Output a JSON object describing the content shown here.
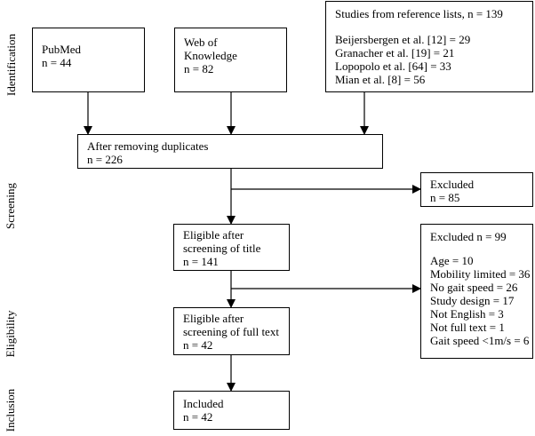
{
  "stages": {
    "identification": "Identification",
    "screening": "Screening",
    "eligibility": "Eligibility",
    "inclusion": "Inclusion"
  },
  "boxes": {
    "pubmed": {
      "lines": [
        "PubMed",
        "n = 44"
      ]
    },
    "wok": {
      "lines": [
        "Web of",
        "Knowledge",
        "n = 82"
      ]
    },
    "reflists": {
      "title": "Studies from reference lists, n = 139",
      "items": [
        "Beijersbergen et al. [12] = 29",
        "Granacher et al. [19] = 21",
        "Lopopolo et al. [64] = 33",
        "Mian et al. [8] = 56"
      ]
    },
    "dedup": {
      "lines": [
        "After removing duplicates",
        "n = 226"
      ]
    },
    "excluded1": {
      "lines": [
        "Excluded",
        "n = 85"
      ]
    },
    "title_screen": {
      "lines": [
        "Eligible after",
        "screening of title",
        "n = 141"
      ]
    },
    "excluded2": {
      "title": "Excluded n = 99",
      "items": [
        "Age = 10",
        "Mobility limited = 36",
        "No gait speed = 26",
        "Study design = 17",
        "Not English = 3",
        "Not full text = 1",
        "Gait speed <1m/s = 6"
      ]
    },
    "fulltext": {
      "lines": [
        "Eligible after",
        "screening of full text",
        "n = 42"
      ]
    },
    "included": {
      "lines": [
        "Included",
        "n = 42"
      ]
    }
  }
}
